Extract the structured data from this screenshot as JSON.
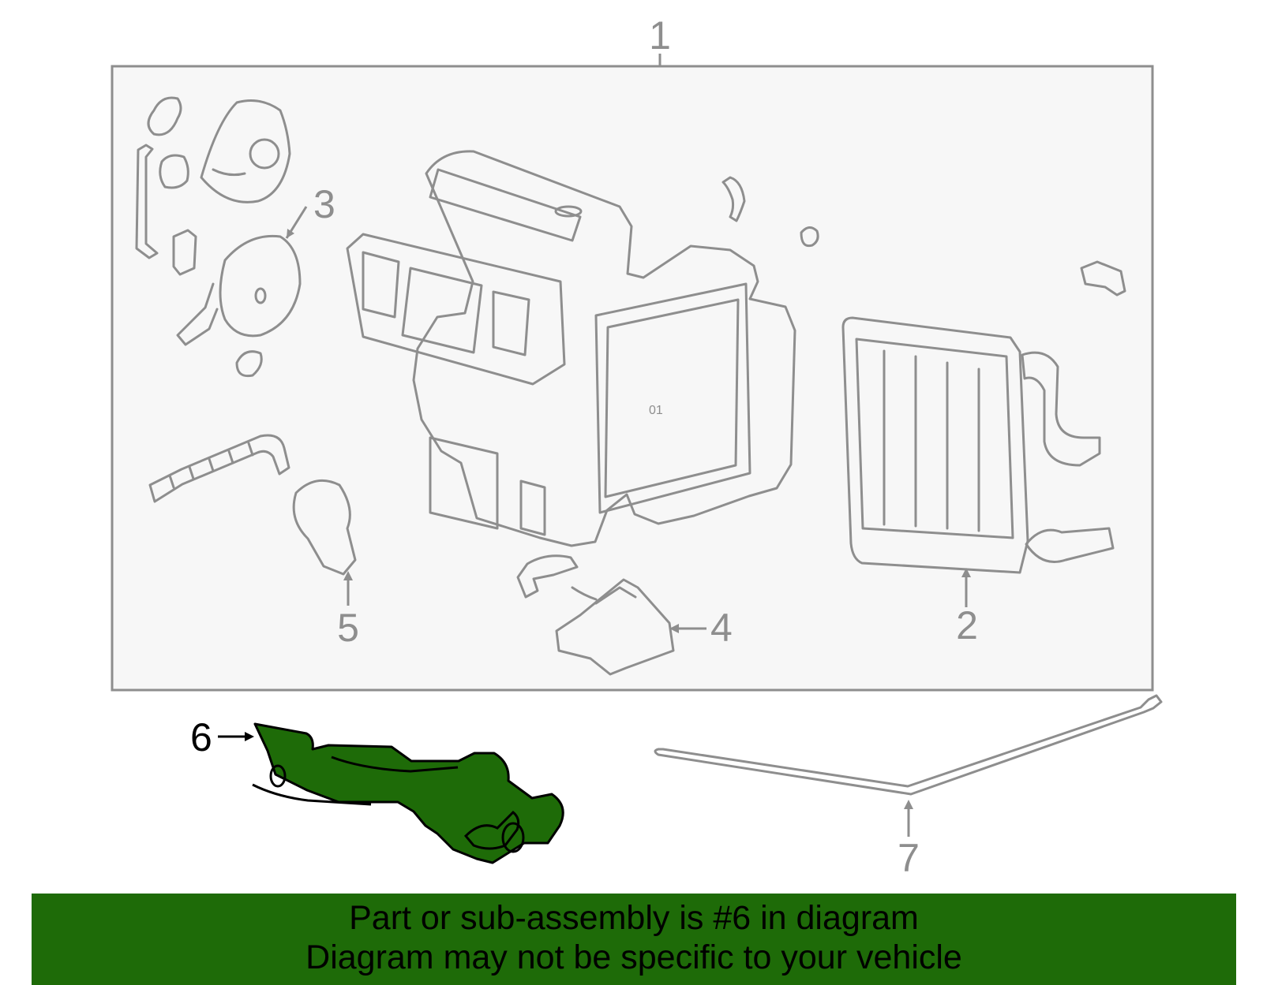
{
  "callouts": {
    "c1": "1",
    "c2": "2",
    "c3": "3",
    "c4": "4",
    "c5": "5",
    "c6": "6",
    "c7": "7"
  },
  "highlight_color": "#1e6b08",
  "line_color": "#8e8e8e",
  "banner": {
    "line1": "Part or sub-assembly is #6 in diagram",
    "line2": "Diagram may not be specific to your vehicle"
  }
}
